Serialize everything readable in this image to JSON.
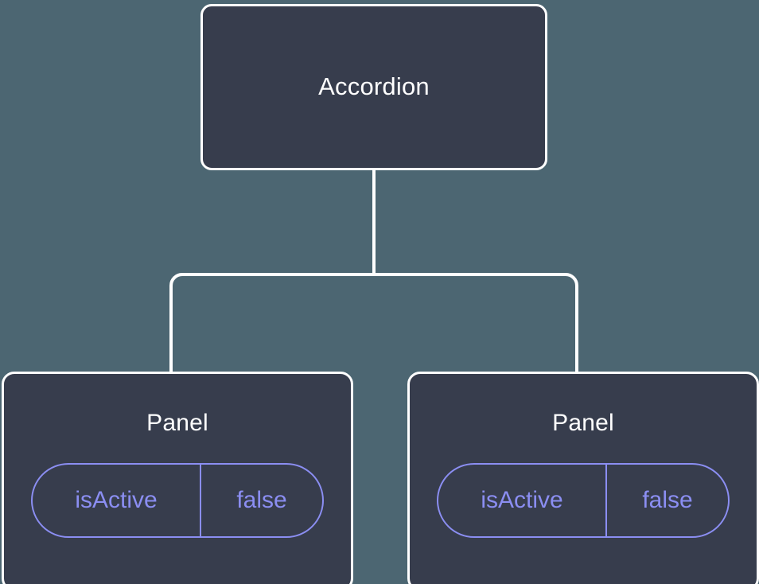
{
  "diagram": {
    "type": "component-tree",
    "background_color": "#4c6672",
    "node_fill_color": "#373d4d",
    "node_border_color": "#ffffff",
    "node_text_color": "#ffffff",
    "prop_accent_color": "#8b8ef2",
    "edge_color": "#ffffff",
    "root": {
      "label": "Accordion"
    },
    "children": [
      {
        "label": "Panel",
        "props": [
          {
            "key": "isActive",
            "value": "false"
          }
        ]
      },
      {
        "label": "Panel",
        "props": [
          {
            "key": "isActive",
            "value": "false"
          }
        ]
      }
    ]
  }
}
